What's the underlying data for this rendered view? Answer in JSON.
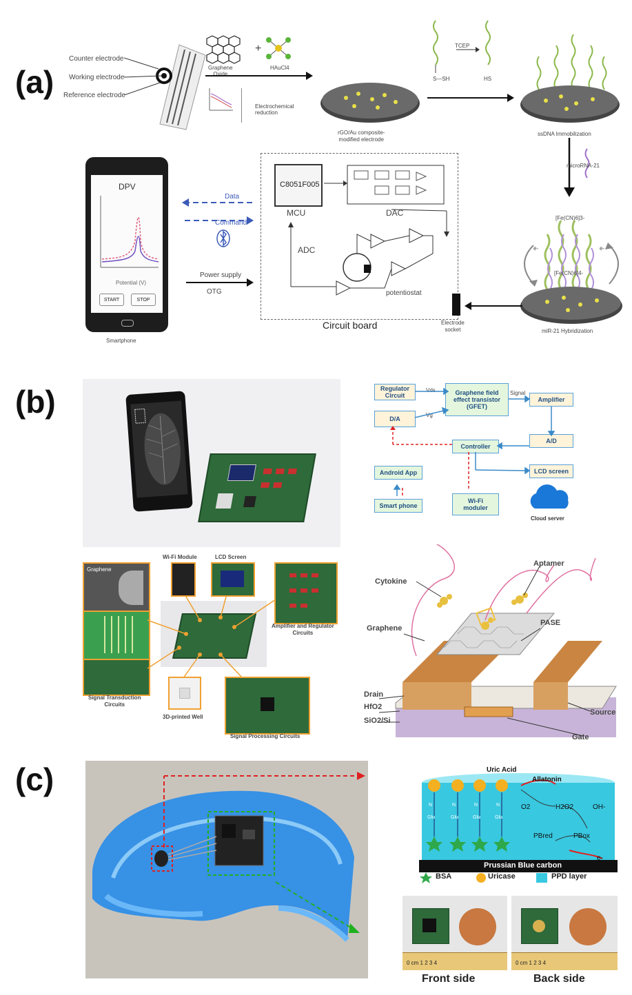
{
  "panels": {
    "a": "(a)",
    "b": "(b)",
    "c": "(c)"
  },
  "a": {
    "electrodes": [
      "Counter electrode",
      "Working electrode",
      "Reference electrode"
    ],
    "graphene": "Graphene\nOxide",
    "haucl4": "HAuCl4",
    "reduction": "Electrochemical\nreduction",
    "tcep": "TCEP",
    "sh": "S—SH",
    "hs": "HS",
    "rgo": "rGO/Au composite-\nmodified electrode",
    "ssdna": "ssDNA Immobilization",
    "mirna": "microRNA-21",
    "hybrid": "miR-21 Hybridization",
    "fe1": "[Fe(CN)6]3-",
    "fe2": "[Fe(CN)6]4-",
    "eminus": "e-",
    "phone_title": "DPV",
    "phone_x": "Potential (V)",
    "btn_start": "START",
    "btn_stop": "STOP",
    "smartphone": "Smartphone",
    "data": "Data",
    "command": "Command",
    "power": "Power supply",
    "otg": "OTG",
    "mcu_chip": "C8051F005",
    "mcu": "MCU",
    "dac": "DAC",
    "adc": "ADC",
    "potentiostat": "potentiostat",
    "circuit": "Circuit board",
    "socket": "Electrode\nsocket"
  },
  "b": {
    "regulator": "Regulator\nCircuit",
    "vds": "Vds",
    "gfet": "Graphene field\neffect transistor\n(GFET)",
    "signal": "Signal",
    "amplifier": "Amplifier",
    "da": "D/A",
    "vg": "Vg",
    "ad": "A/D",
    "controller": "Controller",
    "lcd": "LCD screen",
    "android": "Android App",
    "smartphone": "Smart phone",
    "wifi": "Wi-Fi\nmoduler",
    "cloud": "Cloud server",
    "wifi_module": "Wi-Fi Module",
    "lcd_screen": "LCD Screen",
    "amp_reg": "Amplifier and Regulator\nCircuits",
    "signal_trans": "Signal Transduction\nCircuits",
    "printed_well": "3D-printed Well",
    "signal_proc": "Signal Processing Circuits",
    "graphene_chip": "Graphene",
    "cytokine": "Cytokine",
    "aptamer": "Aptamer",
    "graphene": "Graphene",
    "pase": "PASE",
    "drain": "Drain",
    "hfo2": "HfO2",
    "sio2": "SiO2/Si",
    "source": "Source",
    "gate": "Gate"
  },
  "c": {
    "uric": "Uric Acid",
    "allantoin": "Allatonin",
    "o2": "O2",
    "h2o2": "H2O2",
    "oh": "OH-",
    "pbred": "PBred",
    "pbox": "PBox",
    "eminus": "e-",
    "prussian": "Prussian Blue carbon",
    "bsa": "BSA",
    "uricase": "Uricase",
    "ppd": "PPD layer",
    "front": "Front side",
    "back": "Back side",
    "ruler": "0 cm 1    2    3    4"
  },
  "colors": {
    "blue_arrow": "#3b5ab8",
    "red_dash": "#e02020",
    "green_dash": "#20b020",
    "mouthguard": "#2a8ce8",
    "box_fill": "#fff3da",
    "box_border": "#5aa0d8"
  }
}
